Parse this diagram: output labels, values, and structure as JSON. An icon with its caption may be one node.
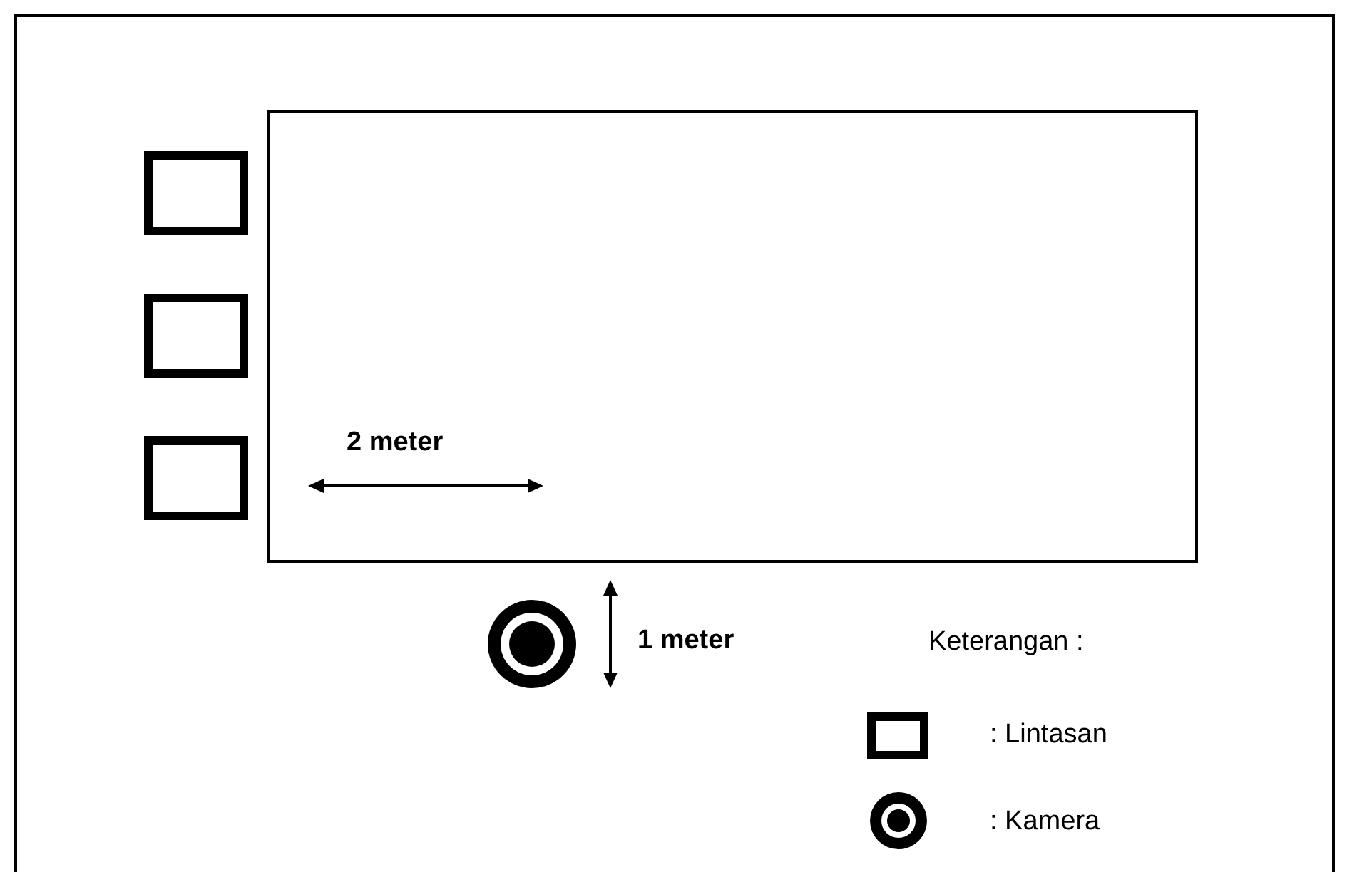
{
  "diagram": {
    "nodes": [
      {
        "text": [],
        "shape": "box"
      },
      {
        "text": [],
        "shape": "box"
      },
      {
        "text": [],
        "shape": "box"
      },
      {
        "text": [],
        "shape": "box"
      },
      {
        "text": [],
        "shape": "circle"
      }
    ],
    "edges": [],
    "labels": [
      "2 meter",
      "1 meter",
      "Keterangan :"
    ],
    "legend": [
      {
        "text": ": Lintasan"
      },
      {
        "text": ": Kamera"
      }
    ]
  }
}
